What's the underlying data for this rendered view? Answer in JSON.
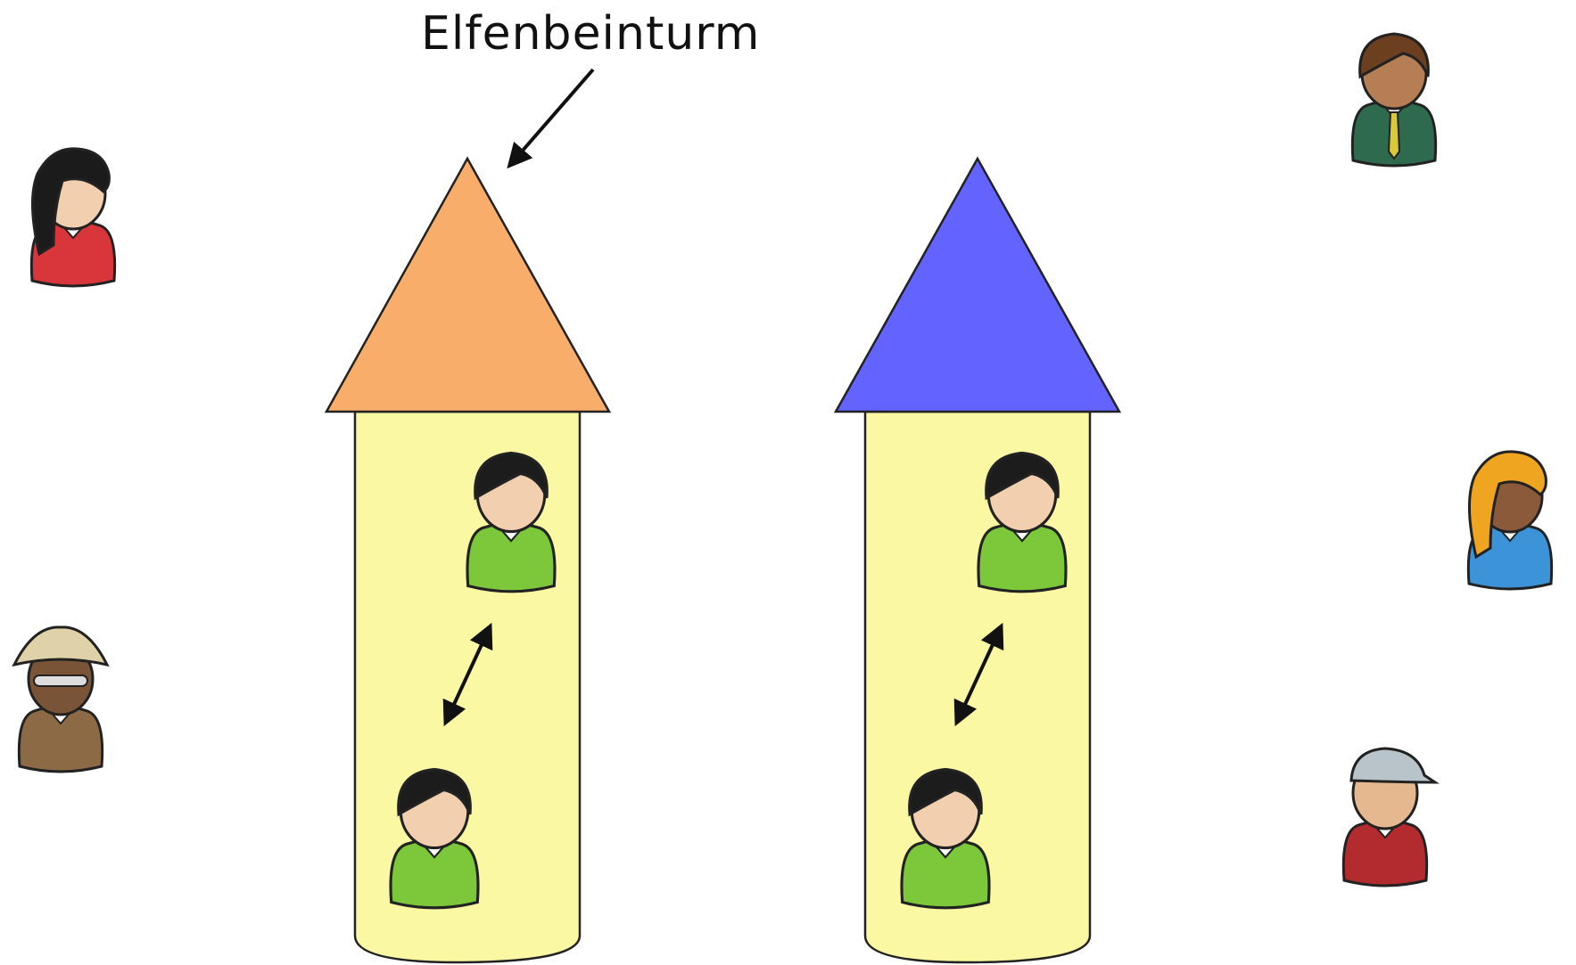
{
  "diagram": {
    "annotation_label": "Elfenbeinturm",
    "colors": {
      "roof_left": "#f9ad6a",
      "roof_right": "#6363ff",
      "tower_body": "#fbf8a4",
      "outline": "#222222",
      "inner_person_shirt": "#7cc83a",
      "inner_person_hair": "#1c1c1c",
      "skin_light": "#f2cfae"
    },
    "towers": [
      {
        "name": "left",
        "roof_color_key": "roof_left",
        "residents": 2,
        "connector": "double-arrow"
      },
      {
        "name": "right",
        "roof_color_key": "roof_right",
        "residents": 2,
        "connector": "double-arrow"
      }
    ],
    "outside_people": [
      {
        "icon": "woman-black-hair-red-shirt-icon"
      },
      {
        "icon": "man-safari-hat-icon"
      },
      {
        "icon": "man-tie-green-suit-icon"
      },
      {
        "icon": "woman-blonde-blue-shirt-icon"
      },
      {
        "icon": "man-cap-red-shirt-icon"
      }
    ]
  }
}
